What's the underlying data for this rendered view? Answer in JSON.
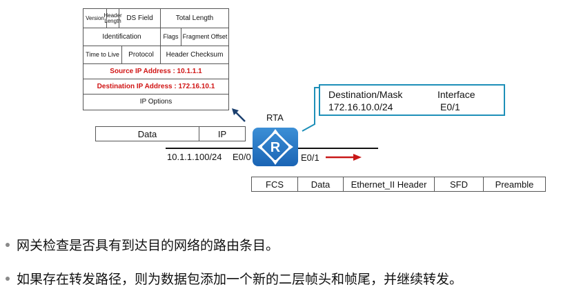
{
  "ip_header": {
    "version": "Version",
    "header_length_1": "Header",
    "header_length_2": "Length",
    "ds_field": "DS Field",
    "total_length": "Total Length",
    "identification": "Identification",
    "flags": "Flags",
    "fragment_offset": "Fragment Offset",
    "ttl": "Time to Live",
    "protocol": "Protocol",
    "header_checksum": "Header Checksum",
    "source_ip": "Source IP Address : 10.1.1.1",
    "destination_ip": "Destination IP Address :  172.16.10.1",
    "ip_options": "IP  Options"
  },
  "packet": {
    "data": "Data",
    "ip": "IP"
  },
  "router": {
    "name": "RTA",
    "left_ip": "10.1.1.100/24",
    "left_if": "E0/0",
    "right_if": "E0/1"
  },
  "route_table": {
    "col1_header": "Destination/Mask",
    "col2_header": "Interface",
    "dest": "172.16.10.0/24",
    "iface": "E0/1"
  },
  "frame": {
    "fields": [
      "FCS",
      "Data",
      "Ethernet_II Header",
      "SFD",
      "Preamble"
    ]
  },
  "bullets": [
    "网关检查是否具有到达目的网络的路由条目。",
    "如果存在转发路径，则为数据包添加一个新的二层帧头和帧尾，并继续转发。"
  ],
  "colors": {
    "accent_blue": "#1d8fb8",
    "red": "#d01414",
    "router_blue": "#1a64b4"
  }
}
